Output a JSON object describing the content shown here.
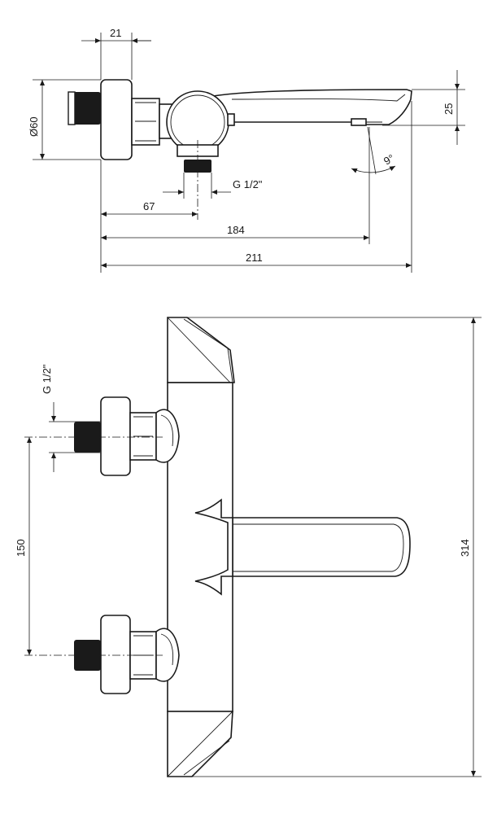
{
  "top_view": {
    "dim_flange_width": "21",
    "dim_diameter": "Ø60",
    "dim_spout_height": "25",
    "dim_connection_thread": "G 1/2\"",
    "dim_to_outlet": "67",
    "dim_to_spout_outlet": "184",
    "dim_overall_length": "211",
    "dim_spout_angle": "9°"
  },
  "front_view": {
    "dim_connection_thread": "G 1/2\"",
    "dim_inlet_spacing": "150",
    "dim_overall_width": "314"
  },
  "colors": {
    "line": "#1a1a1a",
    "background": "#ffffff"
  }
}
